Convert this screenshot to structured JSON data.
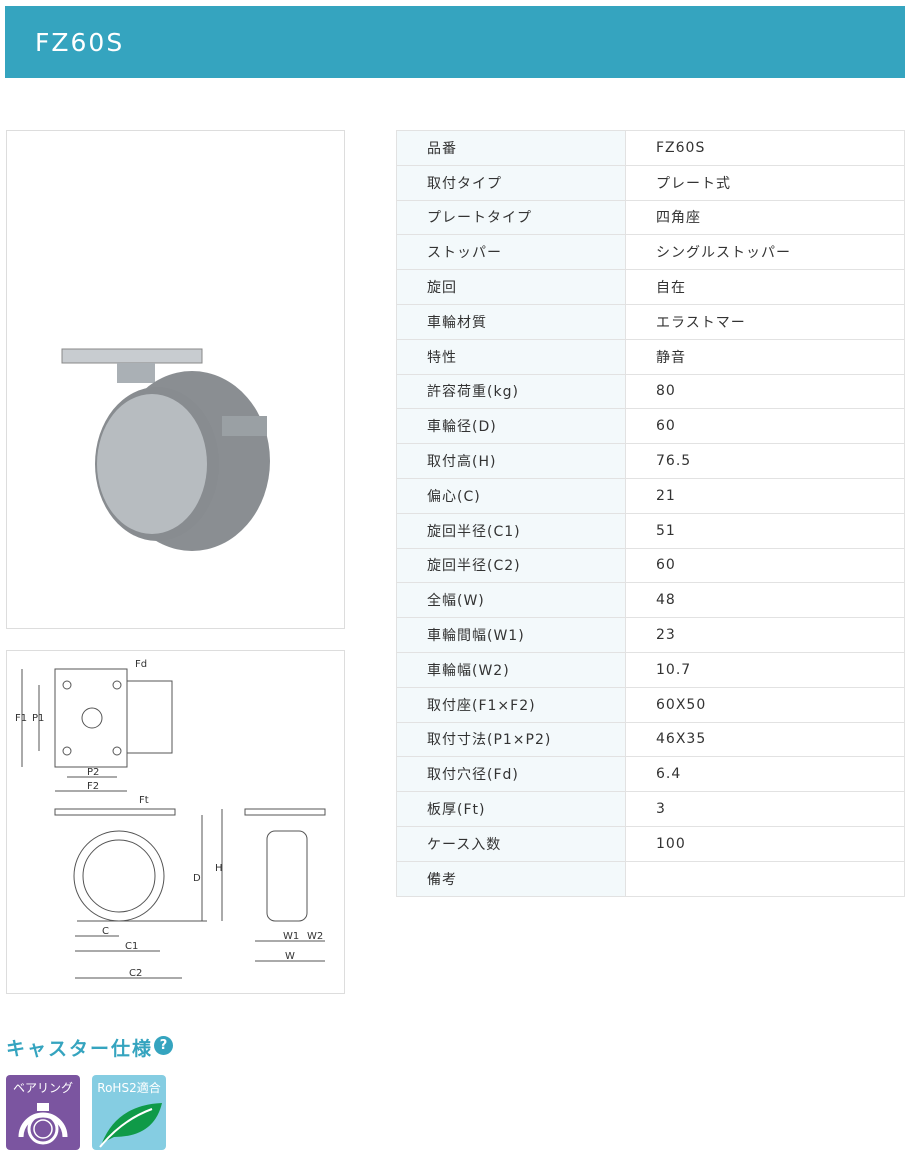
{
  "header": {
    "title": "FZ60S"
  },
  "specs": [
    {
      "label": "品番",
      "value": "FZ60S"
    },
    {
      "label": "取付タイプ",
      "value": "プレート式"
    },
    {
      "label": "プレートタイプ",
      "value": "四角座"
    },
    {
      "label": "ストッパー",
      "value": "シングルストッパー"
    },
    {
      "label": "旋回",
      "value": "自在"
    },
    {
      "label": "車輪材質",
      "value": "エラストマー"
    },
    {
      "label": "特性",
      "value": "静音"
    },
    {
      "label": "許容荷重(kg)",
      "value": "80"
    },
    {
      "label": "車輪径(D)",
      "value": "60"
    },
    {
      "label": "取付高(H)",
      "value": "76.5"
    },
    {
      "label": "偏心(C)",
      "value": "21"
    },
    {
      "label": "旋回半径(C1)",
      "value": "51"
    },
    {
      "label": "旋回半径(C2)",
      "value": "60"
    },
    {
      "label": "全幅(W)",
      "value": "48"
    },
    {
      "label": "車輪間幅(W1)",
      "value": "23"
    },
    {
      "label": "車輪幅(W2)",
      "value": "10.7"
    },
    {
      "label": "取付座(F1×F2)",
      "value": "60X50"
    },
    {
      "label": "取付寸法(P1×P2)",
      "value": "46X35"
    },
    {
      "label": "取付穴径(Fd)",
      "value": "6.4"
    },
    {
      "label": "板厚(Ft)",
      "value": "3"
    },
    {
      "label": "ケース入数",
      "value": "100"
    },
    {
      "label": "備考",
      "value": ""
    }
  ],
  "drawing": {
    "fd": "Fd",
    "f1": "F1",
    "p1": "P1",
    "p2": "P2",
    "f2": "F2",
    "ft": "Ft",
    "h": "H",
    "d": "D",
    "c": "C",
    "c1": "C1",
    "c2": "C2",
    "w1": "W1",
    "w2": "W2",
    "w": "W"
  },
  "spec_section": {
    "title": "キャスター仕様",
    "help": "?"
  },
  "badges": [
    {
      "label": "ベアリング"
    },
    {
      "label": "RoHS2適合"
    }
  ],
  "colors": {
    "accent": "#35a4bf",
    "bearing": "#7b55a0",
    "rohs": "#85cde2",
    "leaf": "#0f9a48"
  }
}
